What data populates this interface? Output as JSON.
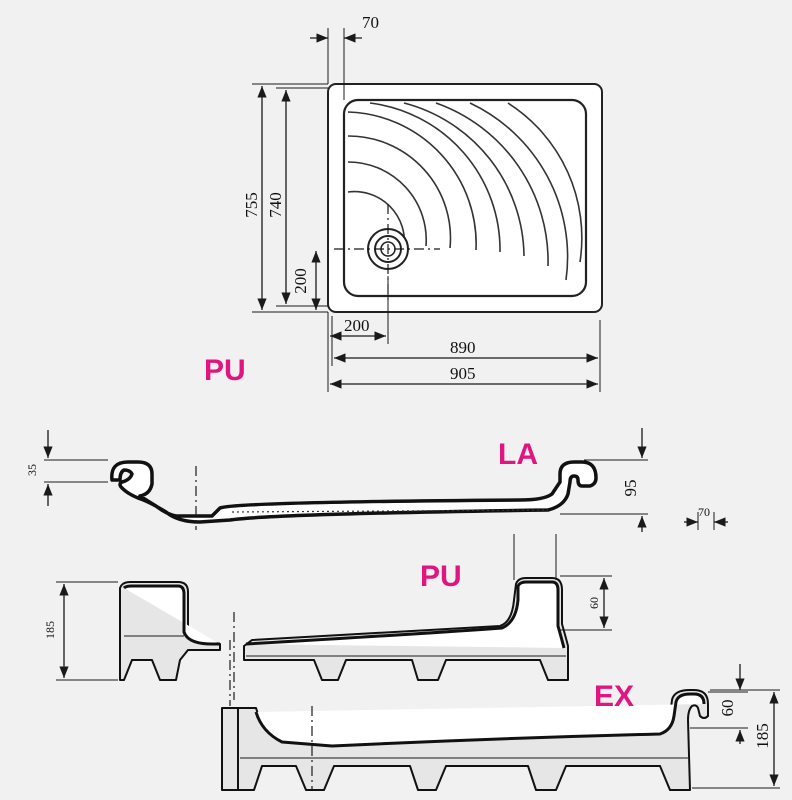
{
  "colors": {
    "label": "#e0157f",
    "background": "#f1f1f1",
    "ink": "#1a1a1a"
  },
  "top_view": {
    "dim_flange": "70",
    "dim_outer_height": "755",
    "dim_inner_height": "740",
    "dim_drain_y": "200",
    "dim_drain_x": "200",
    "dim_inner_width": "890",
    "dim_outer_width": "905"
  },
  "labels": {
    "pu_top": "PU",
    "la": "LA",
    "pu_mid": "PU",
    "ex": "EX"
  },
  "la_section": {
    "dim_rim": "35",
    "dim_depth": "95",
    "dim_flange": "70"
  },
  "pu_section": {
    "dim_height": "185",
    "dim_rim": "60"
  },
  "ex_section": {
    "dim_rim": "60",
    "dim_height": "185"
  }
}
